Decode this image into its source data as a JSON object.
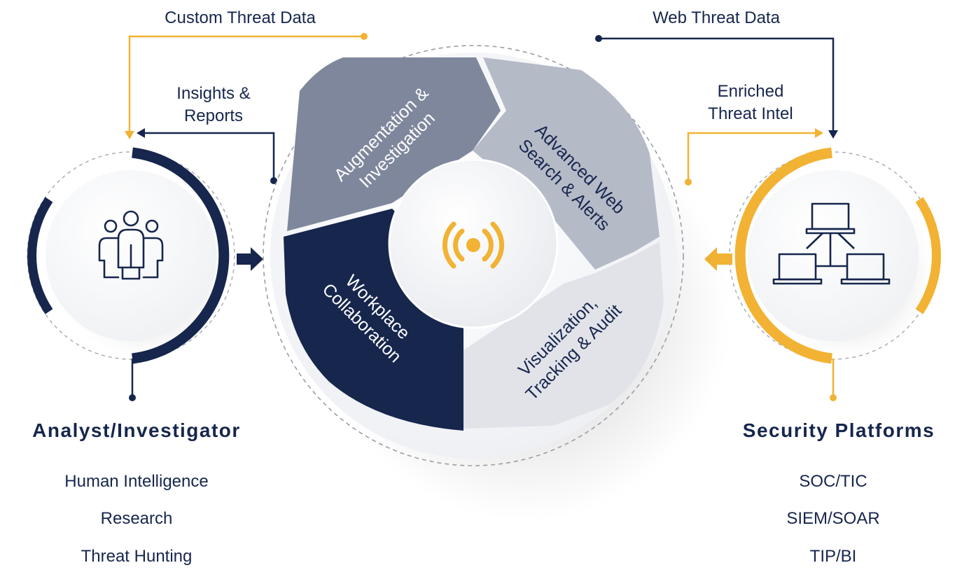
{
  "diagram": {
    "flows": {
      "custom_threat_data": "Custom Threat Data",
      "web_threat_data": "Web Threat Data",
      "insights_line1": "Insights &",
      "insights_line2": "Reports",
      "enriched_line1": "Enriched",
      "enriched_line2": "Threat Intel"
    },
    "cycle": {
      "augmentation_line1": "Augmentation &",
      "augmentation_line2": "Investigation",
      "advanced_line1": "Advanced Web",
      "advanced_line2": "Search & Alerts",
      "visualization_line1": "Visualization,",
      "visualization_line2": "Tracking & Audit",
      "workplace_line1": "Workplace",
      "workplace_line2": "Collaboration",
      "center_icon": "broadcast-signal-icon"
    },
    "left": {
      "title": "Analyst/Investigator",
      "items": [
        "Human Intelligence",
        "Research",
        "Threat Hunting"
      ],
      "icon": "people-group-icon"
    },
    "right": {
      "title": "Security Platforms",
      "items": [
        "SOC/TIC",
        "SIEM/SOAR",
        "TIP/BI"
      ],
      "icon": "network-computers-icon"
    },
    "colors": {
      "navy": "#16264d",
      "gold": "#f2b233",
      "slate": "#7f879c",
      "light_slate": "#b5bac7",
      "pale": "#e1e3e9"
    }
  }
}
